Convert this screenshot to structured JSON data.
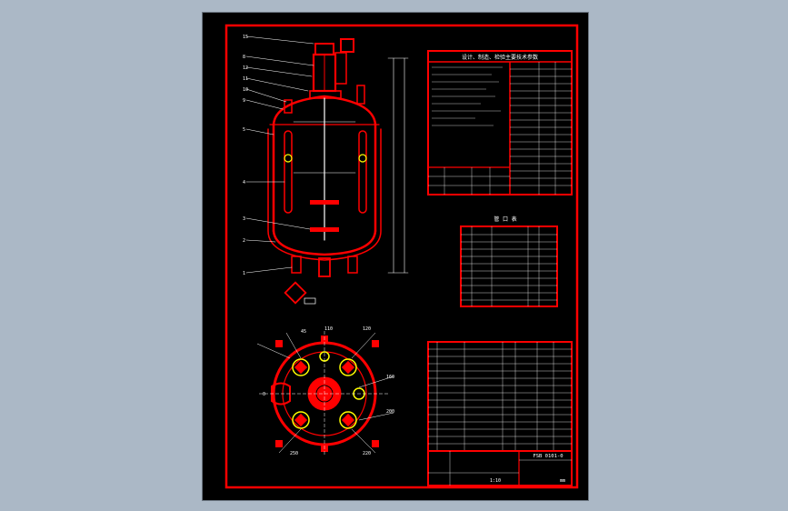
{
  "colors": {
    "background": "#abb8c6",
    "sheet": "#000000",
    "frame": "#ff0000",
    "line": "#ffffff",
    "accent_yellow": "#ffff00"
  },
  "tech_spec_table": {
    "title": "设计、制造、检验主要技术参数"
  },
  "nozzle_table": {
    "title": "管 口 表"
  },
  "title_block": {
    "drawing_number": "FSB 0101-0",
    "scale": "1:10",
    "units": "mm"
  },
  "top_view_labels": {
    "top_a": "110",
    "top_b": "120",
    "top_c": "45",
    "left": "0",
    "right_a": "160",
    "right_b": "200",
    "bottom_a": "250",
    "bottom_b": "220"
  }
}
